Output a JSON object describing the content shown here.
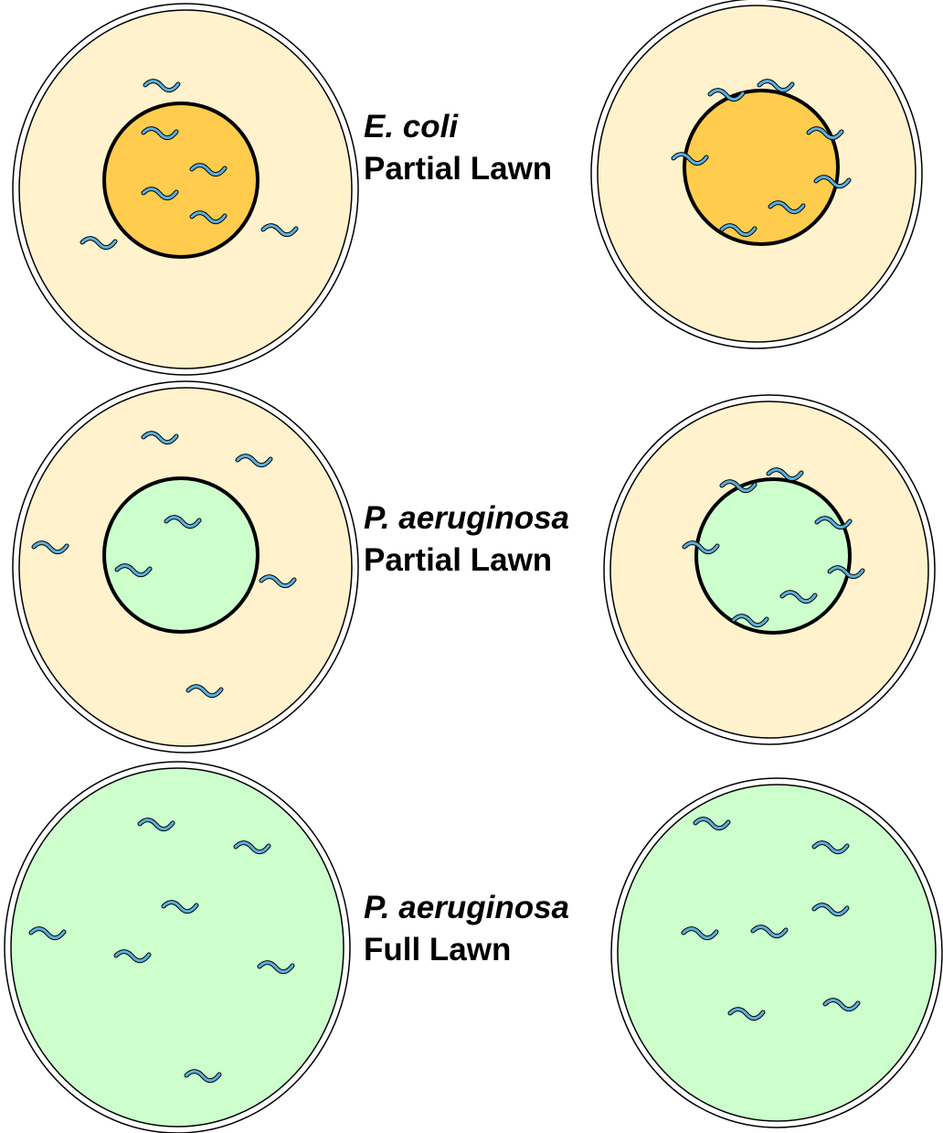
{
  "colors": {
    "agar": "#fff2cc",
    "ecoli_lawn": "#ffcc4d",
    "pa_lawn": "#ccffcc",
    "worm": "#5ab0dc",
    "outline": "#000000"
  },
  "rows": [
    {
      "species": "E. coli",
      "lawn": "Partial Lawn",
      "lawn_color": "ecoli_lawn",
      "type": "partial"
    },
    {
      "species": "P. aeruginosa",
      "lawn": "Partial Lawn",
      "lawn_color": "pa_lawn",
      "type": "partial"
    },
    {
      "species": "P. aeruginosa",
      "lawn": "Full Lawn",
      "lawn_color": "pa_lawn",
      "type": "full"
    }
  ]
}
